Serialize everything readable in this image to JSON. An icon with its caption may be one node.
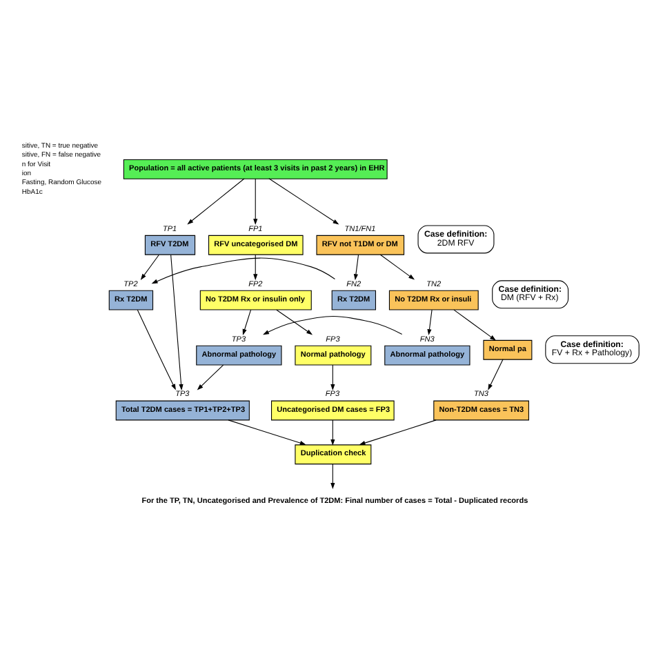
{
  "diagram": {
    "nodes": [
      {
        "text": [
          "Population = all active patients (at least 3 visits in past 2 years) in EHR"
        ]
      },
      {
        "text": [
          "Case definition:",
          "2DM RFV"
        ]
      },
      {
        "text": [
          "RFV T2DM"
        ],
        "beside": [
          "TP1"
        ]
      },
      {
        "text": [
          "RFV uncategorised DM"
        ],
        "beside": [
          "FP1"
        ]
      },
      {
        "text": [
          "RFV not T1DM or DM"
        ],
        "beside": [
          "TN1/FN1"
        ]
      },
      {
        "text": [
          "Case definition:",
          "DM (RFV + Rx)"
        ]
      },
      {
        "text": [
          "Rx T2DM"
        ],
        "beside": [
          "TP2"
        ]
      },
      {
        "text": [
          "No T2DM Rx or insulin only"
        ],
        "beside": [
          "FP2"
        ]
      },
      {
        "text": [
          "Rx T2DM"
        ],
        "beside": [
          "FN2"
        ]
      },
      {
        "text": [
          "No T2DM Rx or insuli"
        ],
        "beside": [
          "TN2"
        ]
      },
      {
        "text": [
          "Case definition:",
          "FV + Rx + Pathology)"
        ]
      },
      {
        "text": [
          "Abnormal pathology"
        ],
        "beside": [
          "TP3"
        ]
      },
      {
        "text": [
          "Normal pathology"
        ],
        "beside": [
          "FP3"
        ]
      },
      {
        "text": [
          "Abnormal pathology"
        ],
        "beside": [
          "FN3"
        ]
      },
      {
        "text": [
          "Normal pa"
        ]
      },
      {
        "text": [
          "Total T2DM cases = TP1+TP2+TP3"
        ],
        "beside": [
          "TP3"
        ]
      },
      {
        "text": [
          "Uncategorised DM cases = FP3"
        ],
        "beside": [
          "FP3"
        ]
      },
      {
        "text": [
          "Non-T2DM cases = TN3"
        ],
        "beside": [
          "TN3"
        ]
      },
      {
        "text": [
          "Duplication check"
        ]
      },
      {
        "text": [
          "For the TP, TN, Uncategorised and Prevalence of T2DM: Final number of cases = Total - Duplicated records"
        ]
      }
    ],
    "edges": [
      {
        "from": 0,
        "to": 2,
        "arrow": "to"
      },
      {
        "from": 0,
        "to": 3,
        "arrow": "to"
      },
      {
        "from": 0,
        "to": 4,
        "arrow": "to"
      },
      {
        "from": 2,
        "to": 15,
        "arrow": "to"
      },
      {
        "from": 2,
        "to": 6,
        "arrow": "to"
      },
      {
        "from": 3,
        "to": 7,
        "arrow": "to"
      },
      {
        "from": 4,
        "to": 8,
        "arrow": "to"
      },
      {
        "from": 4,
        "to": 9,
        "arrow": "to"
      },
      {
        "from": 8,
        "to": 6,
        "arrow": "to"
      },
      {
        "from": 6,
        "to": 15,
        "arrow": "to"
      },
      {
        "from": 7,
        "to": 11,
        "arrow": "to"
      },
      {
        "from": 7,
        "to": 12,
        "arrow": "to"
      },
      {
        "from": 9,
        "to": 13,
        "arrow": "to"
      },
      {
        "from": 9,
        "to": 14,
        "arrow": "to"
      },
      {
        "from": 13,
        "to": 11,
        "arrow": "to"
      },
      {
        "from": 11,
        "to": 15,
        "arrow": "to"
      },
      {
        "from": 12,
        "to": 16,
        "arrow": "to"
      },
      {
        "from": 14,
        "to": 17,
        "arrow": "to"
      },
      {
        "from": 15,
        "to": 18,
        "arrow": "to"
      },
      {
        "from": 16,
        "to": 18,
        "arrow": "to"
      },
      {
        "from": 17,
        "to": 18,
        "arrow": "to"
      },
      {
        "from": 18,
        "to": 19,
        "arrow": "to"
      }
    ],
    "labels": [
      "sitive, TN = true negative",
      "sitive, FN = false negative",
      "n for Visit",
      "ion",
      "Fasting, Random Glucose",
      "HbA1c"
    ]
  }
}
